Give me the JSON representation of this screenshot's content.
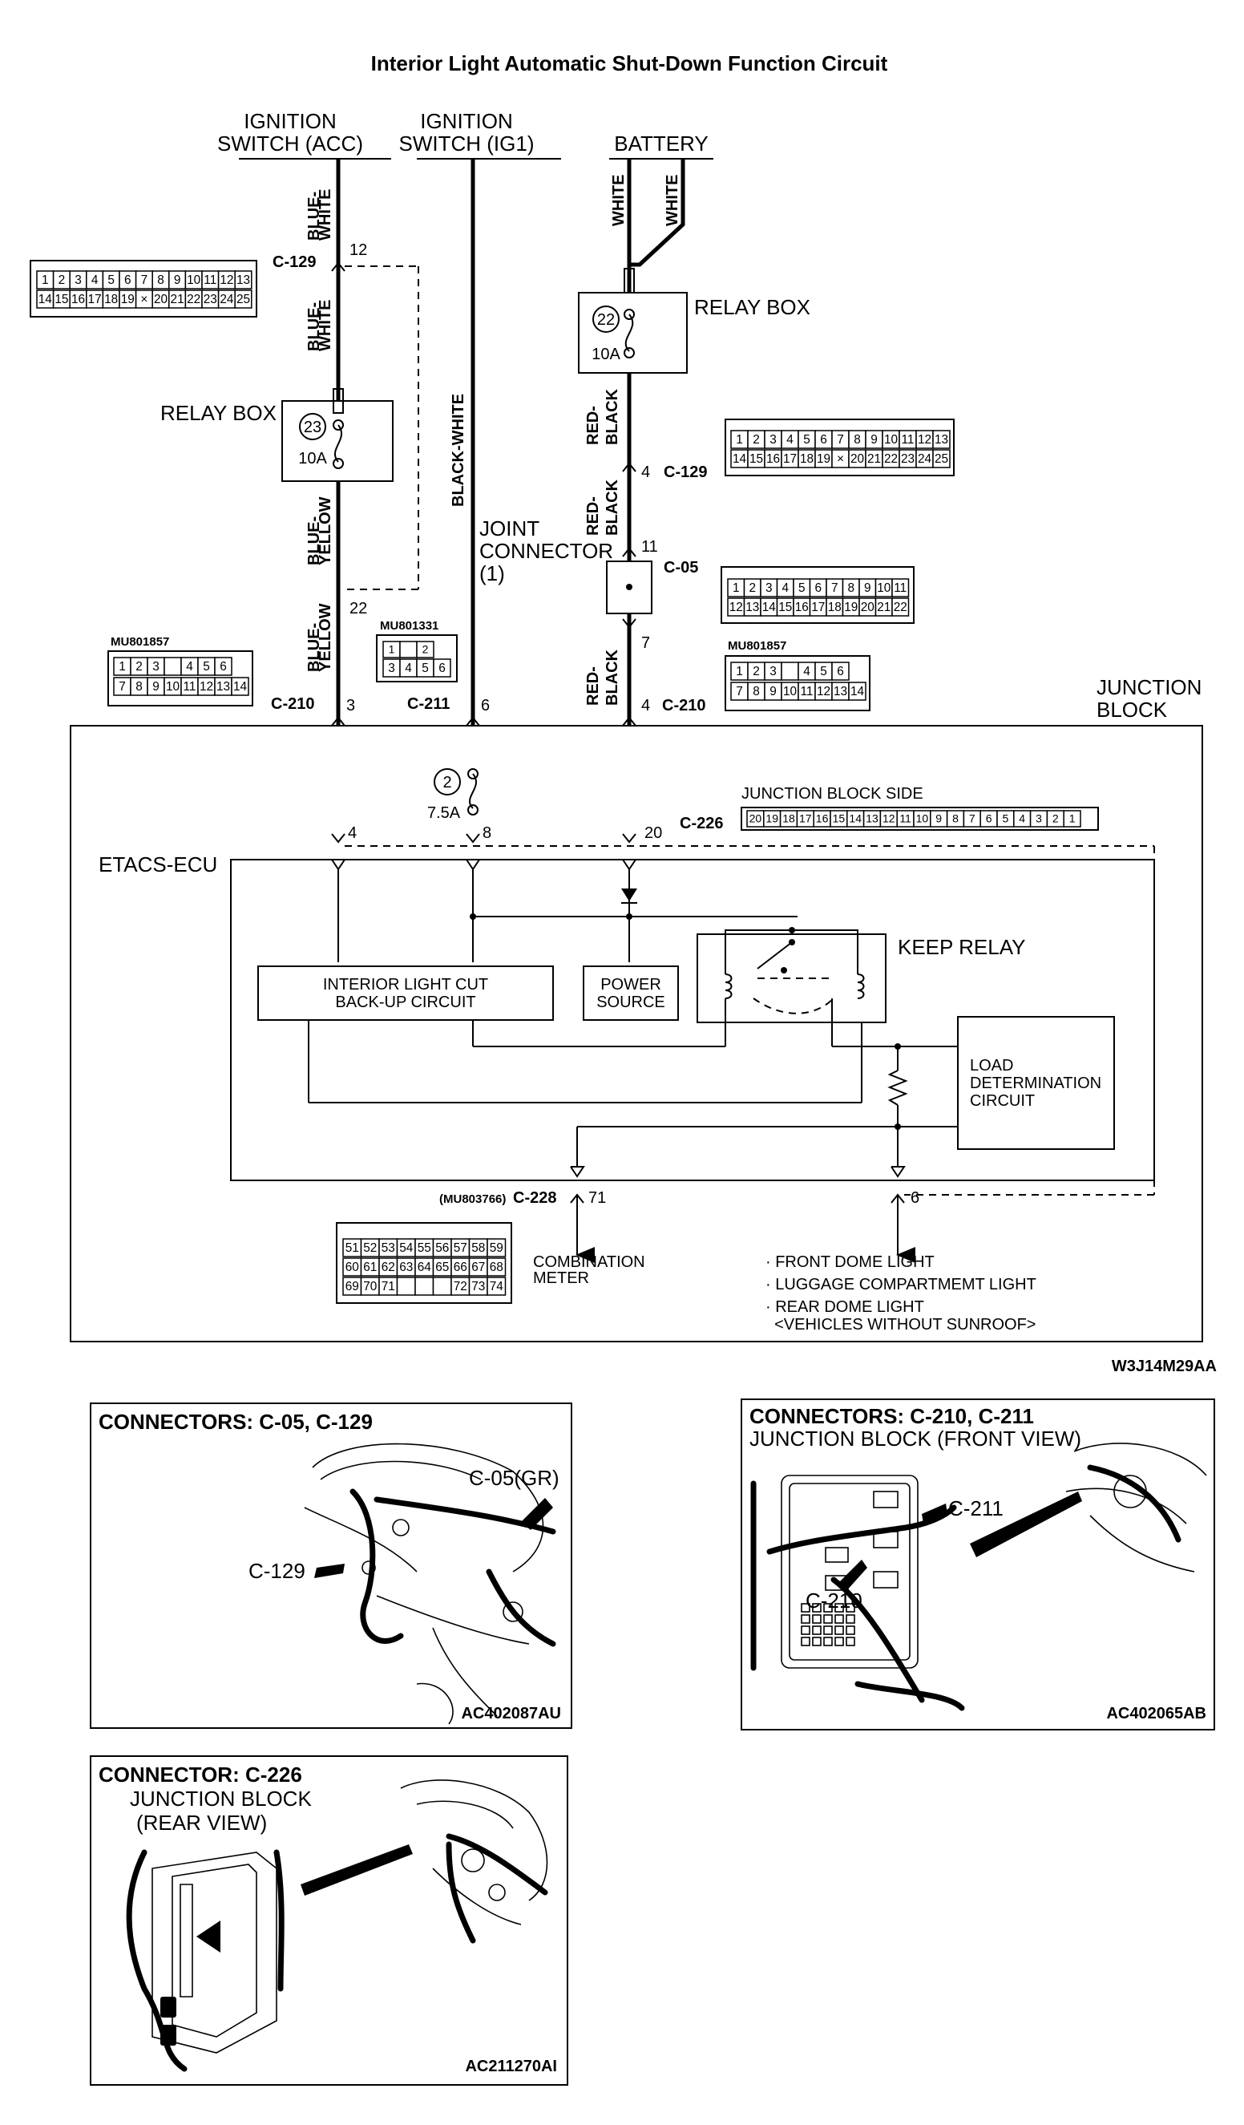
{
  "title": "Interior Light Automatic Shut-Down Function Circuit",
  "sources": {
    "acc": [
      "IGNITION",
      "SWITCH (ACC)"
    ],
    "ig1": [
      "IGNITION",
      "SWITCH (IG1)"
    ],
    "battery": "BATTERY"
  },
  "wire_colors": {
    "acc_top": [
      "BLUE-",
      "WHITE"
    ],
    "acc_mid": [
      "BLUE-",
      "WHITE"
    ],
    "acc_fuse_out": [
      "BLUE-",
      "YELLOW"
    ],
    "acc_bottom": [
      "BLUE-",
      "YELLOW"
    ],
    "ig1": "BLACK-WHITE",
    "battery_a": "WHITE",
    "battery_b": "WHITE",
    "bat_mid1": [
      "RED-",
      "BLACK"
    ],
    "bat_mid2": [
      "RED-",
      "BLACK"
    ],
    "bat_bottom": [
      "RED-",
      "BLACK"
    ]
  },
  "relay_box_labels": {
    "left": "RELAY BOX",
    "right": "RELAY BOX"
  },
  "fuses": [
    {
      "num": "23",
      "amp": "10A"
    },
    {
      "num": "22",
      "amp": "10A"
    },
    {
      "num": "2",
      "amp": "7.5A"
    }
  ],
  "pins": {
    "c129_acc": "12",
    "acc_22": "22",
    "c210_acc": "3",
    "ecu_acc": "4",
    "c211_ig1": "6",
    "ecu_ig1": "8",
    "c129_bat": "4",
    "c05_in": "11",
    "c05_out": "7",
    "c210_bat": "4",
    "ecu_bat": "20",
    "meter": "71",
    "lights": "6"
  },
  "connector_ids": {
    "c129": "C-129",
    "c210": "C-210",
    "c211": "C-211",
    "c05": "C-05",
    "c226": "C-226",
    "c228": "C-228"
  },
  "connector_part_numbers": {
    "c210_left": "MU801857",
    "c211": "MU801331",
    "c210_right": "MU801857",
    "c228": "(MU803766)"
  },
  "joint_connector": [
    "JOINT",
    "CONNECTOR",
    "(1)"
  ],
  "junction_block": [
    "JUNCTION",
    "BLOCK"
  ],
  "junction_block_side": "JUNCTION BLOCK SIDE",
  "etacs": "ETACS-ECU",
  "internal_blocks": {
    "cutoff": [
      "INTERIOR LIGHT CUT",
      "BACK-UP CIRCUIT"
    ],
    "power": [
      "POWER",
      "SOURCE"
    ],
    "keep_relay": "KEEP RELAY",
    "load": [
      "LOAD",
      "DETERMINATION",
      "CIRCUIT"
    ]
  },
  "outputs": {
    "meter": [
      "COMBINATION",
      "METER"
    ],
    "lights": [
      "· FRONT DOME LIGHT",
      "· LUGGAGE COMPARTMEMT LIGHT",
      "· REAR DOME LIGHT",
      "  <VEHICLES WITHOUT SUNROOF>"
    ]
  },
  "connector_grids": {
    "c129": {
      "top": [
        "1",
        "2",
        "3",
        "4",
        "5",
        "6",
        "7",
        "8",
        "9",
        "10",
        "11",
        "12",
        "13"
      ],
      "bottom": [
        "14",
        "15",
        "16",
        "17",
        "18",
        "19",
        "×",
        "20",
        "21",
        "22",
        "23",
        "24",
        "25"
      ]
    },
    "c05": {
      "top": [
        "1",
        "2",
        "3",
        "4",
        "5",
        "6",
        "7",
        "8",
        "9",
        "10",
        "11"
      ],
      "bottom": [
        "12",
        "13",
        "14",
        "15",
        "16",
        "17",
        "18",
        "19",
        "20",
        "21",
        "22"
      ]
    },
    "c210": {
      "top": [
        "1",
        "2",
        "3",
        "",
        "4",
        "5",
        "6"
      ],
      "bottom": [
        "7",
        "8",
        "9",
        "10",
        "11",
        "12",
        "13",
        "14"
      ]
    },
    "c211": {
      "top": [
        "1",
        "",
        "2"
      ],
      "bottom": [
        "3",
        "4",
        "5",
        "6"
      ]
    },
    "c226": [
      "20",
      "19",
      "18",
      "17",
      "16",
      "15",
      "14",
      "13",
      "12",
      "11",
      "10",
      "9",
      "8",
      "7",
      "6",
      "5",
      "4",
      "3",
      "2",
      "1"
    ],
    "c228": {
      "r1": [
        "51",
        "52",
        "53",
        "54",
        "55",
        "56",
        "57",
        "58",
        "59"
      ],
      "r2": [
        "60",
        "61",
        "62",
        "63",
        "64",
        "65",
        "66",
        "67",
        "68"
      ],
      "r3": [
        "69",
        "70",
        "71",
        "",
        "",
        "",
        "72",
        "73",
        "74"
      ]
    }
  },
  "figure_code": "W3J14M29AA",
  "panels": {
    "p1": {
      "title": "CONNECTORS: C-05, C-129",
      "c05": "C-05(GR)",
      "c129": "C-129",
      "code": "AC402087AU"
    },
    "p2": {
      "title": "CONNECTORS: C-210, C-211",
      "subtitle": "JUNCTION BLOCK (FRONT VIEW)",
      "c211": "C-211",
      "c210": "C-210",
      "code": "AC402065AB"
    },
    "p3": {
      "title": "CONNECTOR: C-226",
      "subtitle": [
        "JUNCTION BLOCK",
        "(REAR VIEW)"
      ],
      "code": "AC211270AI"
    }
  }
}
